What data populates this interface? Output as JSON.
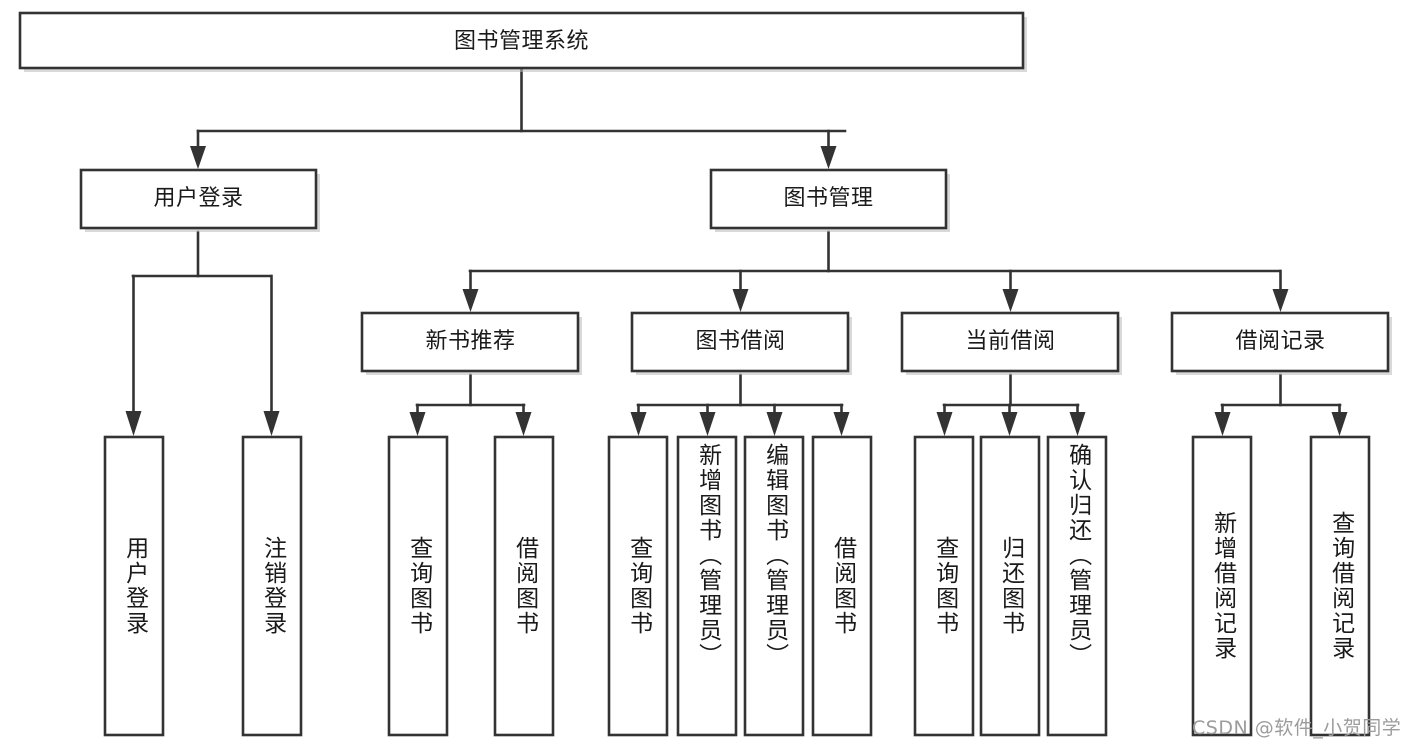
{
  "diagram": {
    "type": "tree",
    "title": "图书管理系统",
    "root": {
      "id": "root",
      "label": "图书管理系统"
    },
    "level2": [
      {
        "id": "user-login",
        "label": "用户登录"
      },
      {
        "id": "book-manage",
        "label": "图书管理"
      }
    ],
    "level3": [
      {
        "id": "new-book-recommend",
        "label": "新书推荐",
        "parent": "book-manage"
      },
      {
        "id": "book-borrow",
        "label": "图书借阅",
        "parent": "book-manage"
      },
      {
        "id": "current-borrow",
        "label": "当前借阅",
        "parent": "book-manage"
      },
      {
        "id": "borrow-record",
        "label": "借阅记录",
        "parent": "book-manage"
      }
    ],
    "leaves": [
      {
        "id": "leaf-user-login",
        "label": "用户登录",
        "parent": "user-login"
      },
      {
        "id": "leaf-logout-login",
        "label": "注销登录",
        "parent": "user-login"
      },
      {
        "id": "leaf-query-book-1",
        "label": "查询图书",
        "parent": "new-book-recommend"
      },
      {
        "id": "leaf-borrow-book-1",
        "label": "借阅图书",
        "parent": "new-book-recommend"
      },
      {
        "id": "leaf-query-book-2",
        "label": "查询图书",
        "parent": "book-borrow"
      },
      {
        "id": "leaf-add-book",
        "label": "新增图书（管理员）",
        "parent": "book-borrow"
      },
      {
        "id": "leaf-edit-book",
        "label": "编辑图书（管理员）",
        "parent": "book-borrow"
      },
      {
        "id": "leaf-borrow-book-2",
        "label": "借阅图书",
        "parent": "book-borrow"
      },
      {
        "id": "leaf-query-book-3",
        "label": "查询图书",
        "parent": "current-borrow"
      },
      {
        "id": "leaf-return-book",
        "label": "归还图书",
        "parent": "current-borrow"
      },
      {
        "id": "leaf-confirm-return",
        "label": "确认归还（管理员）",
        "parent": "current-borrow"
      },
      {
        "id": "leaf-add-record",
        "label": "新增借阅记录",
        "parent": "borrow-record"
      },
      {
        "id": "leaf-query-record",
        "label": "查询借阅记录",
        "parent": "borrow-record"
      }
    ]
  },
  "watermark": {
    "text": "CSDN @软件_小贺同学"
  },
  "colors": {
    "stroke": "#333333",
    "fill": "#ffffff",
    "text": "#1a1a1a",
    "watermark": "#9c9c9c",
    "shadow": "#b9b9b9"
  }
}
